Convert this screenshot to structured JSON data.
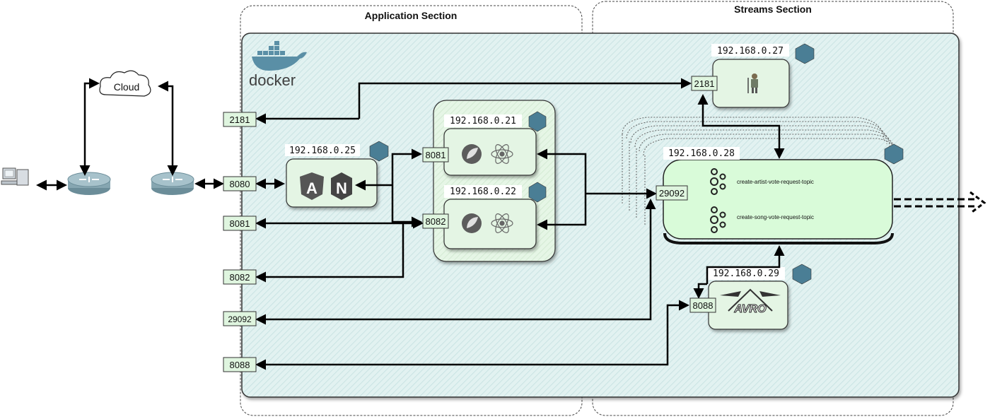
{
  "sections": {
    "application": "Application Section",
    "streams": "Streams Section"
  },
  "docker_label": "docker",
  "cloud_label": "Cloud",
  "host_ports": [
    "2181",
    "8080",
    "8081",
    "8082",
    "29092",
    "8088"
  ],
  "nodes": {
    "web": {
      "ip": "192.168.0.25",
      "logo_a": "A",
      "logo_n": "N",
      "port": "8080"
    },
    "svc1": {
      "ip": "192.168.0.21",
      "port": "8081"
    },
    "svc2": {
      "ip": "192.168.0.22",
      "port": "8082"
    },
    "zookeeper": {
      "ip": "192.168.0.27",
      "port": "2181"
    },
    "kafka": {
      "ip": "192.168.0.28",
      "port": "29092",
      "topics": [
        "create-artist-vote-request-topic",
        "create-song-vote-request-topic"
      ]
    },
    "schema_registry": {
      "ip": "192.168.0.29",
      "port": "8088",
      "logo": "AVRO"
    }
  },
  "colors": {
    "panel_fill": "#dff0f0",
    "node_fill": "#e4f5e4",
    "port_fill": "#dff5df",
    "hexagon": "#4a7e95",
    "kafka_fill": "#d9fbd9"
  },
  "icons": [
    "computer-icon",
    "router-icon",
    "cloud-icon",
    "docker-icon",
    "angular-icon",
    "nginx-icon",
    "spring-icon",
    "atom-icon",
    "zookeeper-icon",
    "kafka-icon",
    "avro-icon"
  ]
}
